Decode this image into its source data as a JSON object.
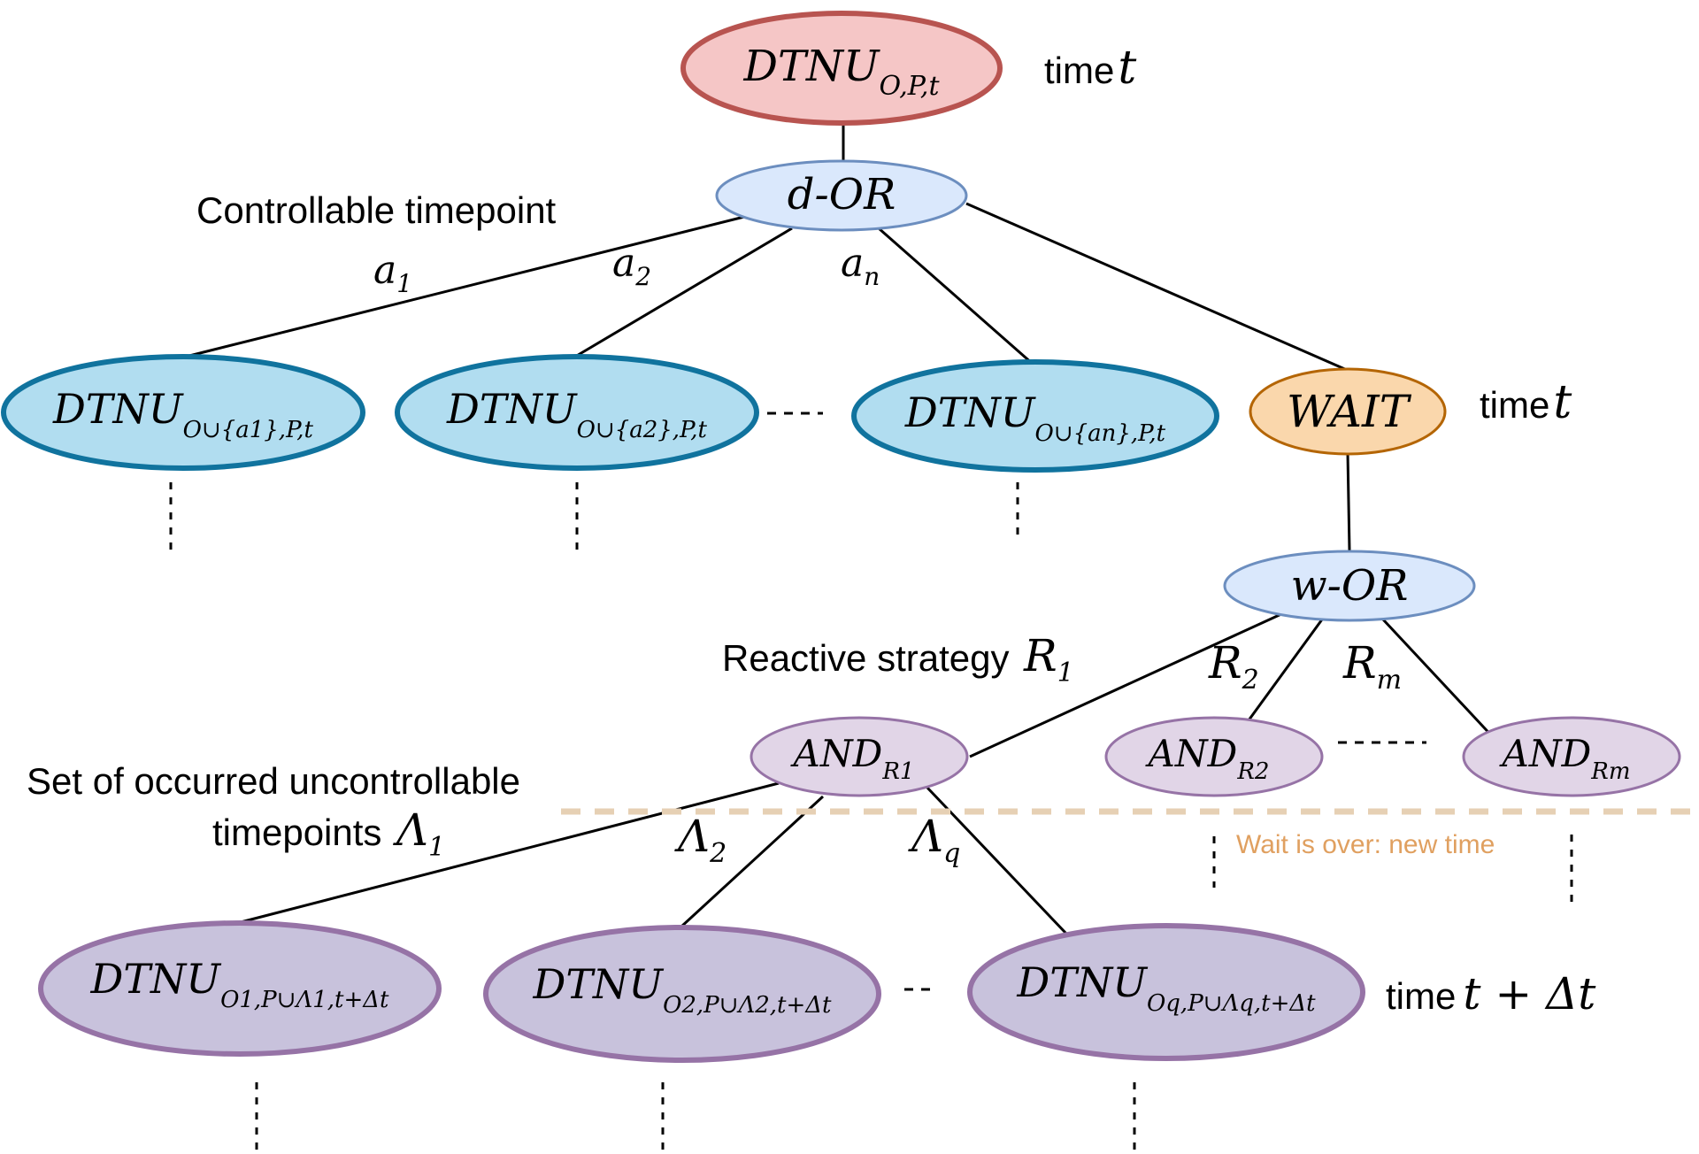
{
  "colors": {
    "root_fill": "#f5c6c6",
    "root_stroke": "#b85450",
    "or_fill": "#dae8fc",
    "or_stroke": "#6c8ebf",
    "controllable_fill": "#b1ddf0",
    "controllable_stroke": "#10739e",
    "wait_fill": "#fad7ac",
    "wait_stroke": "#b46504",
    "and_fill": "#e1d5e7",
    "and_stroke": "#9673a6",
    "uncontrollable_fill": "#c8c2dc",
    "uncontrollable_stroke": "#9673a6",
    "wait_over_line": "#e6d0b4",
    "wait_over_text": "#e0a060"
  },
  "nodes": {
    "root": {
      "base": "DTNU",
      "sub": "O,P,t"
    },
    "d_or": {
      "label": "d-OR"
    },
    "child_a1": {
      "base": "DTNU",
      "sub": "O∪{a1},P,t"
    },
    "child_a2": {
      "base": "DTNU",
      "sub": "O∪{a2},P,t"
    },
    "child_an": {
      "base": "DTNU",
      "sub": "O∪{an},P,t"
    },
    "wait": {
      "label": "WAIT"
    },
    "w_or": {
      "label": "w-OR"
    },
    "and_r1": {
      "base": "AND",
      "sub": "R1"
    },
    "and_r2": {
      "base": "AND",
      "sub": "R2"
    },
    "and_rm": {
      "base": "AND",
      "sub": "Rm"
    },
    "leaf_1": {
      "base": "DTNU",
      "sub": "O1,P∪Λ1,t+Δt"
    },
    "leaf_2": {
      "base": "DTNU",
      "sub": "O2,P∪Λ2,t+Δt"
    },
    "leaf_q": {
      "base": "DTNU",
      "sub": "Oq,P∪Λq,t+Δt"
    }
  },
  "labels": {
    "time_root": {
      "prefix": "time",
      "var": "t"
    },
    "time_wait": {
      "prefix": "time",
      "var": "t"
    },
    "time_leaves": {
      "prefix": "time",
      "var": "t + Δt"
    },
    "controllable": "Controllable timepoint",
    "reactive": "Reactive strategy",
    "occurred_line1": "Set of occurred uncontrollable",
    "occurred_line2": "timepoints",
    "wait_over": "Wait is over: new time"
  },
  "edge_labels": {
    "a1": {
      "base": "a",
      "sub": "1"
    },
    "a2": {
      "base": "a",
      "sub": "2"
    },
    "an": {
      "base": "a",
      "sub": "n"
    },
    "r1": {
      "base": "R",
      "sub": "1"
    },
    "r2": {
      "base": "R",
      "sub": "2"
    },
    "rm": {
      "base": "R",
      "sub": "m"
    },
    "lambda1": {
      "base": "Λ",
      "sub": "1"
    },
    "lambda2": {
      "base": "Λ",
      "sub": "2"
    },
    "lambdaq": {
      "base": "Λ",
      "sub": "q"
    }
  }
}
